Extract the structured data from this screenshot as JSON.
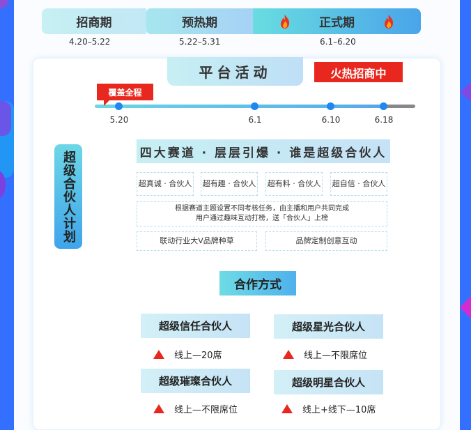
{
  "phases": [
    {
      "label": "招商期",
      "dates": "4.20–5.22"
    },
    {
      "label": "预热期",
      "dates": "5.22–5.31"
    },
    {
      "label": "正式期",
      "dates": "6.1–6.20",
      "icons": [
        "fire-icon",
        "fire-icon"
      ]
    }
  ],
  "platform": {
    "title": "平台活动",
    "badge": "火热招商中",
    "cover_tag": "覆盖全程",
    "timeline": [
      "5.20",
      "6.1",
      "6.10",
      "6.18"
    ]
  },
  "plan": {
    "side_label": "超级合伙人计划",
    "title": "四大赛道 · 层层引爆 · 谁是超级合伙人",
    "tracks": [
      "超真诚 · 合伙人",
      "超有趣 · 合伙人",
      "超有料 · 合伙人",
      "超自信 · 合伙人"
    ],
    "desc_line1": "根据赛道主题设置不同考核任务，由主播和用户共同完成",
    "desc_line2": "用户通过趣味互动打榜，送「合伙人」上榜",
    "features": [
      "联动行业大V品牌种草",
      "品牌定制创意互动"
    ]
  },
  "cooperation": {
    "title": "合作方式",
    "tiers": [
      {
        "name": "超级信任合伙人",
        "note": "线上—20席"
      },
      {
        "name": "超级星光合伙人",
        "note": "线上—不限席位"
      },
      {
        "name": "超级璀璨合伙人",
        "note": "线上—不限席位"
      },
      {
        "name": "超级明星合伙人",
        "note": "线上+线下—10席"
      }
    ]
  },
  "colors": {
    "accent_red": "#e8281e",
    "accent_blue": "#3370ff",
    "timeline_dot": "#1e88f0"
  }
}
